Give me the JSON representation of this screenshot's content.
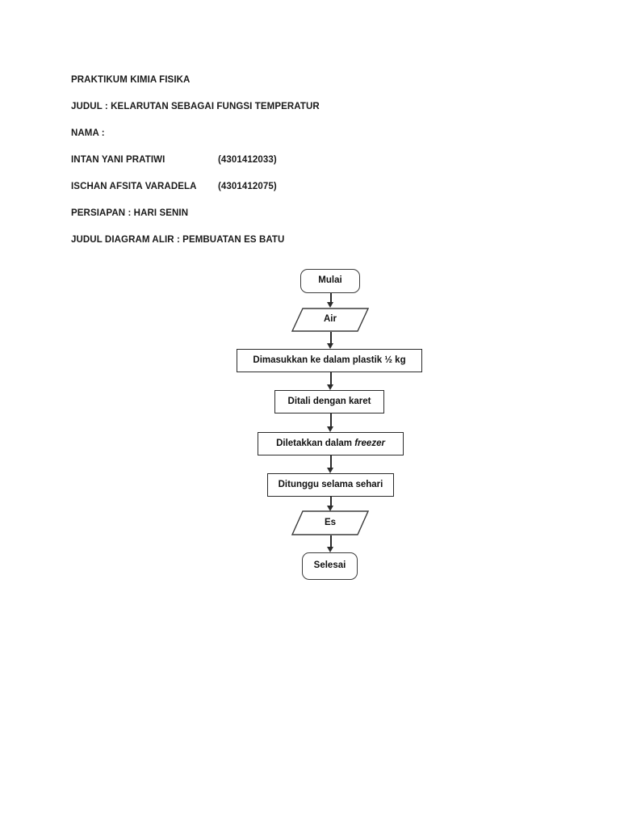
{
  "document": {
    "header_lines": [
      {
        "text": "PRAKTIKUM KIMIA FISIKA",
        "nim": ""
      },
      {
        "text": "JUDUL : KELARUTAN SEBAGAI FUNGSI TEMPERATUR",
        "nim": ""
      },
      {
        "text": "NAMA :",
        "nim": ""
      },
      {
        "text": "INTAN YANI PRATIWI",
        "nim": "(4301412033)"
      },
      {
        "text": "ISCHAN AFSITA VARADELA",
        "nim": "(4301412075)"
      },
      {
        "text": "PERSIAPAN : HARI SENIN",
        "nim": ""
      },
      {
        "text": "JUDUL DIAGRAM ALIR : PEMBUATAN ES BATU",
        "nim": ""
      }
    ]
  },
  "flowchart": {
    "title": "PEMBUATAN ES BATU",
    "orientation": "vertical",
    "colors": {
      "stroke": "#2b2b2b",
      "terminator_stroke": "#3b3b3b",
      "fill": "#ffffff",
      "text": "#111111"
    },
    "nodes": [
      {
        "id": "start",
        "shape": "terminator",
        "label": "Mulai"
      },
      {
        "id": "input",
        "shape": "io",
        "label": "Air"
      },
      {
        "id": "step1",
        "shape": "process",
        "label": "Dimasukkan ke dalam plastik ½ kg"
      },
      {
        "id": "step2",
        "shape": "process",
        "label": "Ditali dengan karet"
      },
      {
        "id": "step3",
        "shape": "process",
        "label_plain": "Diletakkan dalam ",
        "label_italic": "freezer",
        "label": "Diletakkan dalam freezer"
      },
      {
        "id": "step4",
        "shape": "process",
        "label": "Ditunggu selama sehari"
      },
      {
        "id": "output",
        "shape": "io",
        "label": "Es"
      },
      {
        "id": "end",
        "shape": "terminator",
        "label": "Selesai"
      }
    ],
    "edges": [
      {
        "from": "start",
        "to": "input"
      },
      {
        "from": "input",
        "to": "step1"
      },
      {
        "from": "step1",
        "to": "step2"
      },
      {
        "from": "step2",
        "to": "step3"
      },
      {
        "from": "step3",
        "to": "step4"
      },
      {
        "from": "step4",
        "to": "output"
      },
      {
        "from": "output",
        "to": "end"
      }
    ]
  }
}
